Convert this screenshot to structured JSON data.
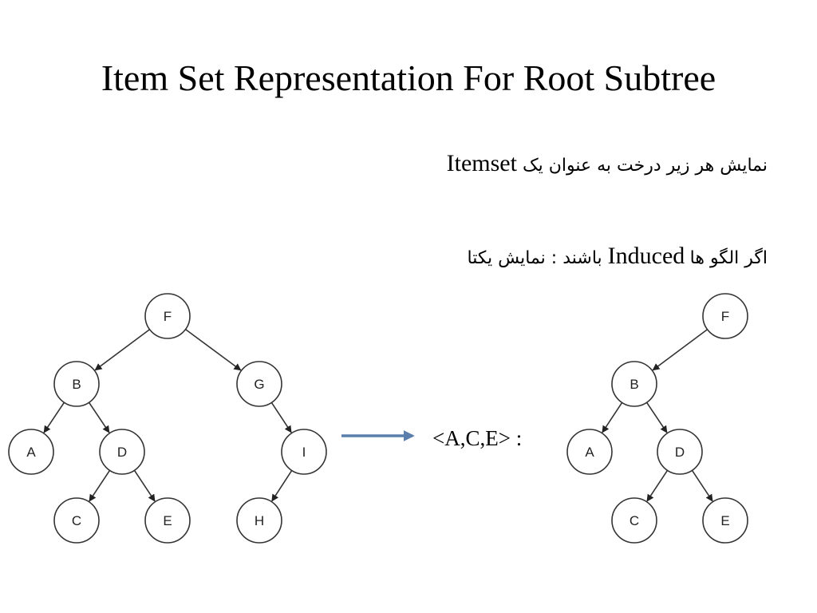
{
  "slide": {
    "title": "Item Set Representation For Root Subtree"
  },
  "bullets": {
    "b1": {
      "persian": "نمایش هر زیر درخت به عنوان یک",
      "latin": "Itemset"
    },
    "b2": {
      "persian_start": "اگر الگو ها",
      "latin": "Induced",
      "persian_end": "باشند : نمایش یکتا"
    }
  },
  "result": {
    "text": "<A,C,E> :"
  },
  "colors": {
    "arrow": "#5b7fad",
    "edge": "#333333",
    "node_stroke": "#333333",
    "node_fill": "#ffffff"
  },
  "left_tree": {
    "nodes": [
      "F",
      "B",
      "G",
      "A",
      "D",
      "I",
      "C",
      "E",
      "H"
    ],
    "edges": [
      [
        "F",
        "B"
      ],
      [
        "F",
        "G"
      ],
      [
        "B",
        "A"
      ],
      [
        "B",
        "D"
      ],
      [
        "G",
        "I"
      ],
      [
        "D",
        "C"
      ],
      [
        "D",
        "E"
      ],
      [
        "I",
        "H"
      ]
    ]
  },
  "right_tree": {
    "nodes": [
      "F",
      "B",
      "A",
      "D",
      "C",
      "E"
    ],
    "edges": [
      [
        "F",
        "B"
      ],
      [
        "B",
        "A"
      ],
      [
        "B",
        "D"
      ],
      [
        "D",
        "C"
      ],
      [
        "D",
        "E"
      ]
    ]
  }
}
